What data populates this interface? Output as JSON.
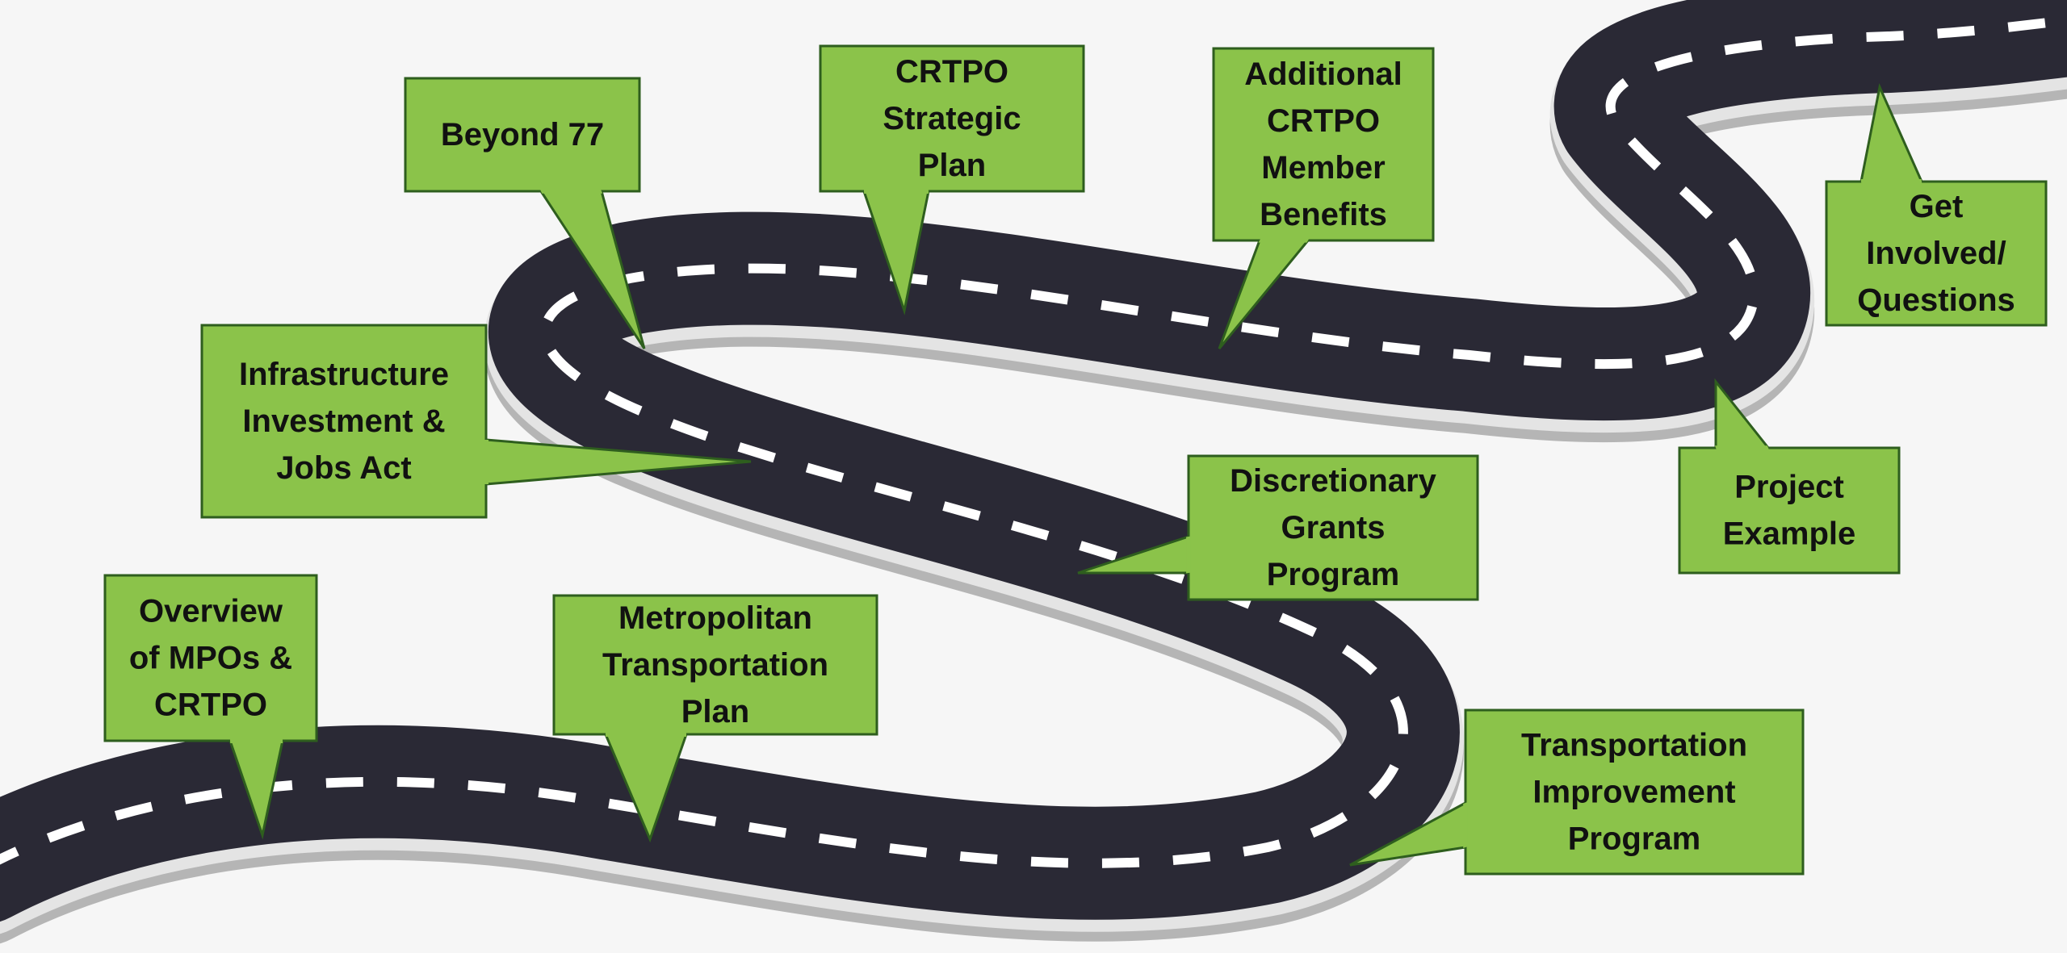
{
  "colors": {
    "background": "#f6f6f6",
    "road": "#2a2935",
    "road_edge": "#bdbdbd",
    "lane_marking": "#ffffff",
    "callout_fill": "#8bc34a",
    "callout_border": "#2e5e1e",
    "callout_text": "#111111"
  },
  "callouts": [
    {
      "id": "overview",
      "lines": [
        "Overview",
        "of MPOs &",
        "CRTPO"
      ]
    },
    {
      "id": "metropolitan-plan",
      "lines": [
        "Metropolitan",
        "Transportation",
        "Plan"
      ]
    },
    {
      "id": "infrastructure-act",
      "lines": [
        "Infrastructure",
        "Investment &",
        "Jobs Act"
      ]
    },
    {
      "id": "beyond-77",
      "lines": [
        "Beyond 77"
      ]
    },
    {
      "id": "strategic-plan",
      "lines": [
        "CRTPO",
        "Strategic",
        "Plan"
      ]
    },
    {
      "id": "member-benefits",
      "lines": [
        "Additional",
        "CRTPO",
        "Member",
        "Benefits"
      ]
    },
    {
      "id": "discretionary-grants",
      "lines": [
        "Discretionary",
        "Grants",
        "Program"
      ]
    },
    {
      "id": "tip",
      "lines": [
        "Transportation",
        "Improvement",
        "Program"
      ]
    },
    {
      "id": "project-example",
      "lines": [
        "Project",
        "Example"
      ]
    },
    {
      "id": "get-involved",
      "lines": [
        "Get",
        "Involved/",
        "Questions"
      ]
    }
  ]
}
